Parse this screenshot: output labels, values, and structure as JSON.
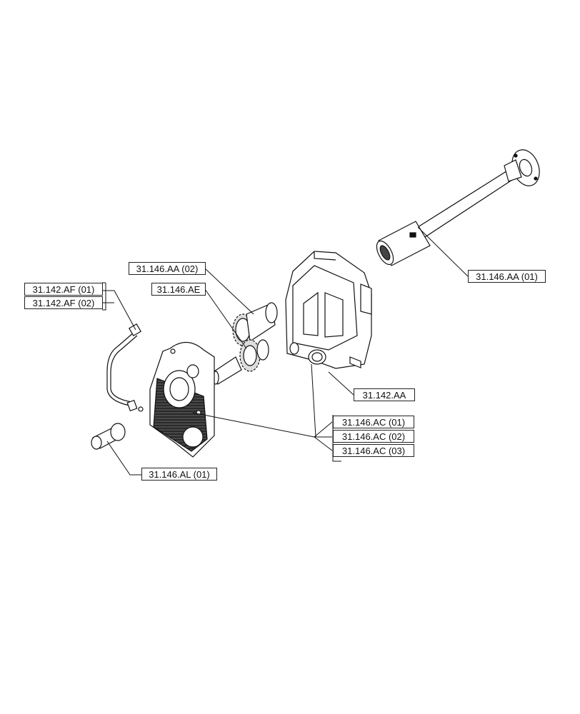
{
  "callouts": {
    "shaft_assembly": "31.146.AA (01)",
    "driven_gear": "31.146.AA (02)",
    "drive_gear": "31.146.AE",
    "pipe_01": "31.142.AF (01)",
    "pipe_02": "31.142.AF (02)",
    "housing": "31.142.AA",
    "cover_01": "31.146.AC (01)",
    "cover_02": "31.146.AC (02)",
    "cover_03": "31.146.AC (03)",
    "plug": "31.146.AL (01)"
  }
}
